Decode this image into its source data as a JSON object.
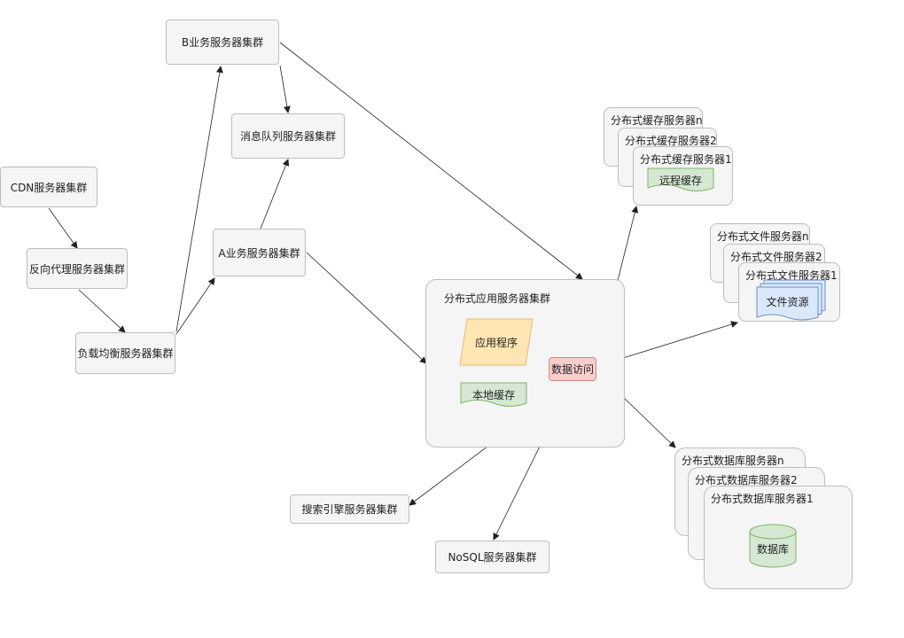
{
  "nodes": {
    "b_cluster": "B业务服务器集群",
    "mq_cluster": "消息队列服务器集群",
    "cdn_cluster": "CDN服务器集群",
    "reverse_proxy": "反向代理服务器集群",
    "a_cluster": "A业务服务器集群",
    "lb_cluster": "负载均衡服务器集群",
    "search_cluster": "搜索引擎服务器集群",
    "nosql_cluster": "NoSQL服务器集群"
  },
  "app_group": {
    "title": "分布式应用服务器集群",
    "app_program": "应用程序",
    "local_cache": "本地缓存",
    "data_access": "数据访问"
  },
  "cache_stack": {
    "servers": [
      "分布式缓存服务器n",
      "分布式缓存服务器2",
      "分布式缓存服务器1"
    ],
    "content": "远程缓存"
  },
  "file_stack": {
    "servers": [
      "分布式文件服务器n",
      "分布式文件服务器2",
      "分布式文件服务器1"
    ],
    "content": "文件资源"
  },
  "db_stack": {
    "servers": [
      "分布式数据库服务器n",
      "分布式数据库服务器2",
      "分布式数据库服务器1"
    ],
    "content": "数据库"
  },
  "colors": {
    "node_fill": "#f5f5f5",
    "node_stroke": "#bdbdbd",
    "app_program_fill": "#ffe6b3",
    "green_fill": "#d5e8d4",
    "green_stroke": "#82b366",
    "blue_fill": "#dae8fc",
    "blue_stroke": "#6c8ebf",
    "red_fill": "#f8cecc"
  }
}
